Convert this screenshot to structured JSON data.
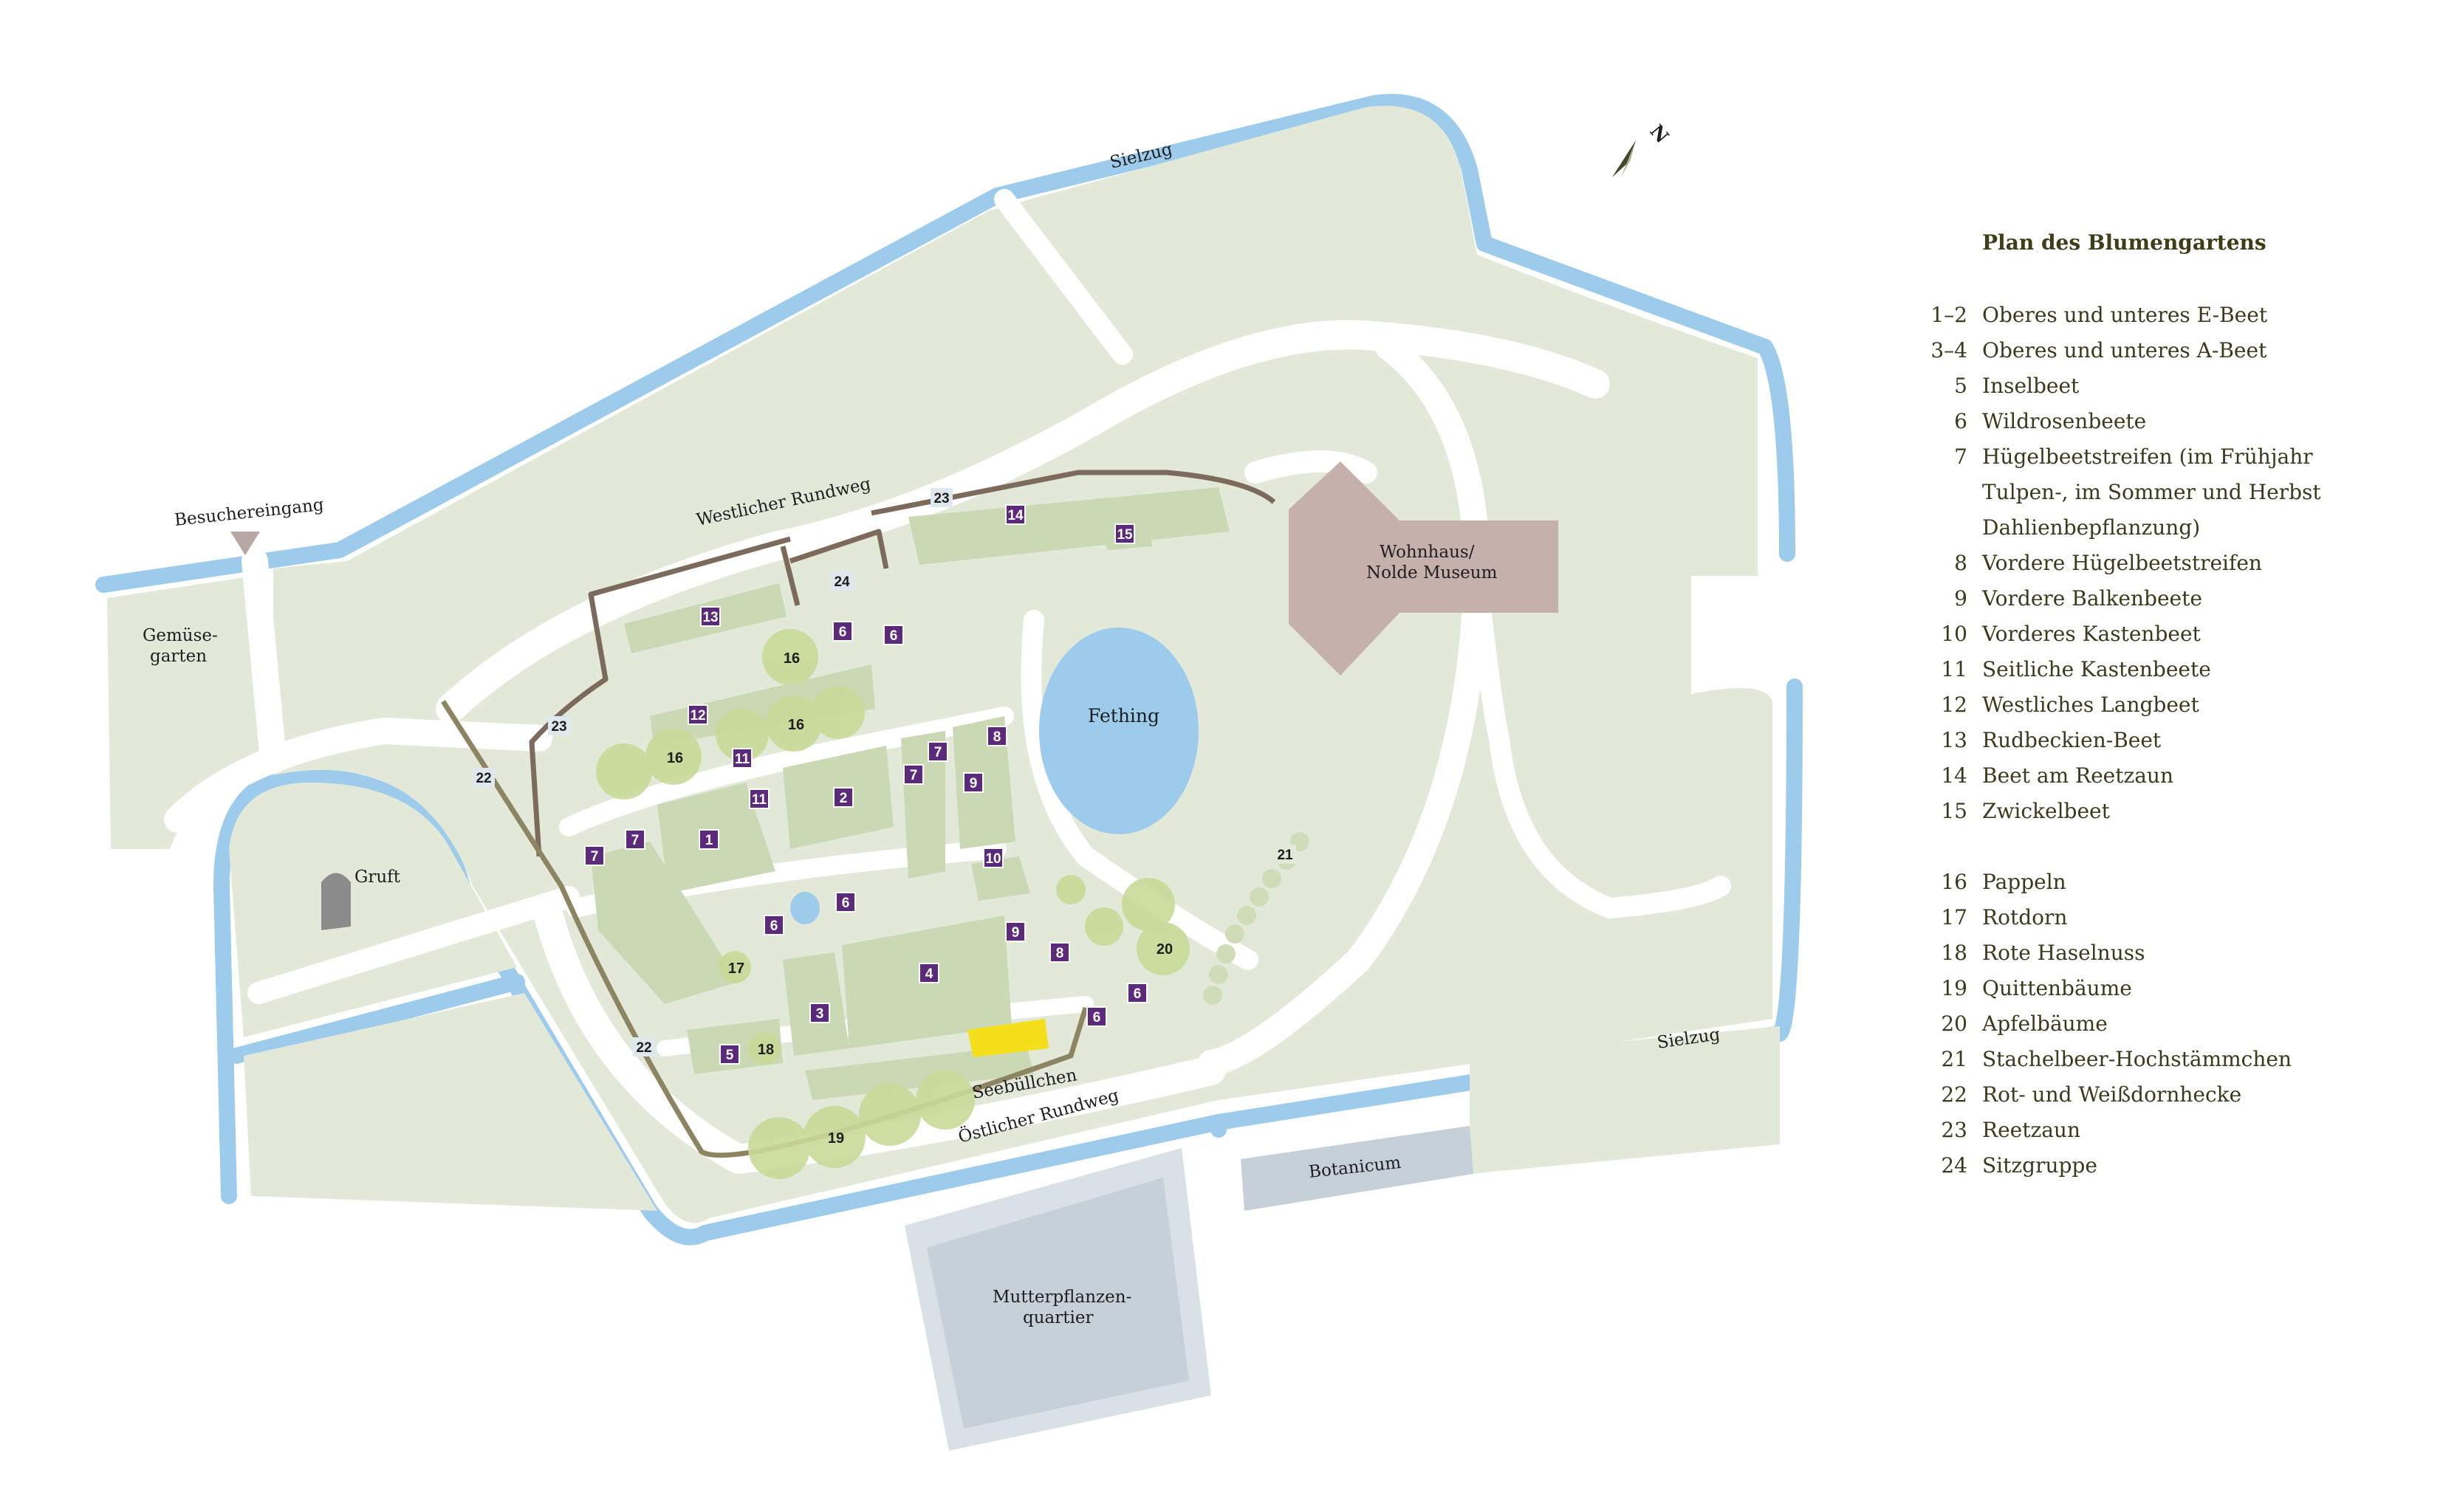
{
  "legend": {
    "title": "Plan des Blumengartens",
    "items": [
      {
        "num": "1–2",
        "text": "Oberes und unteres E-Beet"
      },
      {
        "num": "3–4",
        "text": "Oberes und unteres A-Beet"
      },
      {
        "num": "5",
        "text": "Inselbeet"
      },
      {
        "num": "6",
        "text": "Wildrosenbeete"
      },
      {
        "num": "7",
        "text": "Hügelbeetstreifen (im Frühjahr"
      },
      {
        "num": "",
        "text": "Tulpen-, im Sommer und Herbst"
      },
      {
        "num": "",
        "text": "Dahlienbepflanzung)"
      },
      {
        "num": "8",
        "text": "Vordere  Hügelbeetstreifen"
      },
      {
        "num": "9",
        "text": "Vordere Balkenbeete"
      },
      {
        "num": "10",
        "text": "Vorderes Kastenbeet"
      },
      {
        "num": "11",
        "text": "Seitliche Kastenbeete"
      },
      {
        "num": "12",
        "text": "Westliches Langbeet"
      },
      {
        "num": "13",
        "text": "Rudbeckien-Beet"
      },
      {
        "num": "14",
        "text": "Beet am Reetzaun"
      },
      {
        "num": "15",
        "text": "Zwickelbeet"
      }
    ],
    "items2": [
      {
        "num": "16",
        "text": "Pappeln"
      },
      {
        "num": "17",
        "text": "Rotdorn"
      },
      {
        "num": "18",
        "text": "Rote Haselnuss"
      },
      {
        "num": "19",
        "text": "Quittenbäume"
      },
      {
        "num": "20",
        "text": "Apfelbäume"
      },
      {
        "num": "21",
        "text": "Stachelbeer-Hochstämmchen"
      },
      {
        "num": "22",
        "text": "Rot- und Weißdornhecke"
      },
      {
        "num": "23",
        "text": "Reetzaun"
      },
      {
        "num": "24",
        "text": "Sitzgruppe"
      }
    ]
  },
  "map": {
    "north": "N",
    "labels": {
      "sielzug_top": "Sielzug",
      "sielzug_right": "Sielzug",
      "besuchereingang": "Besuchereingang",
      "gemuese1": "Gemüse-",
      "gemuese2": "garten",
      "gruft": "Gruft",
      "westlicher": "Westlicher Rundweg",
      "oestlicher": "Östlicher Rundweg",
      "wohnhaus1": "Wohnhaus/",
      "wohnhaus2": "Nolde Museum",
      "fething": "Fething",
      "seebuell": "Seebüllchen",
      "botanicum": "Botanicum",
      "mutter1": "Mutterpflanzen-",
      "mutter2": "quartier"
    },
    "beds": [
      "13",
      "14",
      "15",
      "6",
      "6",
      "12",
      "11",
      "11",
      "1",
      "2",
      "7",
      "7",
      "7",
      "7",
      "8",
      "9",
      "10",
      "6",
      "6",
      "9",
      "8",
      "4",
      "3",
      "6",
      "6",
      "5"
    ],
    "markers": [
      "24",
      "23",
      "23",
      "22",
      "22",
      "21"
    ],
    "trees": [
      "16",
      "16",
      "16",
      "17",
      "18",
      "19",
      "20"
    ]
  },
  "colors": {
    "water": "#9dcbeb",
    "lawn": "#e2e9d9",
    "path": "#ffffff",
    "bed": "#cad8b4",
    "tree": "#c9da98",
    "badge": "#5b2a7b",
    "house": "#c6b0ac",
    "fence": "#7c6b5c",
    "hedge": "#8d8462",
    "botanicum": "#c5d0d8",
    "yellow": "#f5df1a"
  }
}
